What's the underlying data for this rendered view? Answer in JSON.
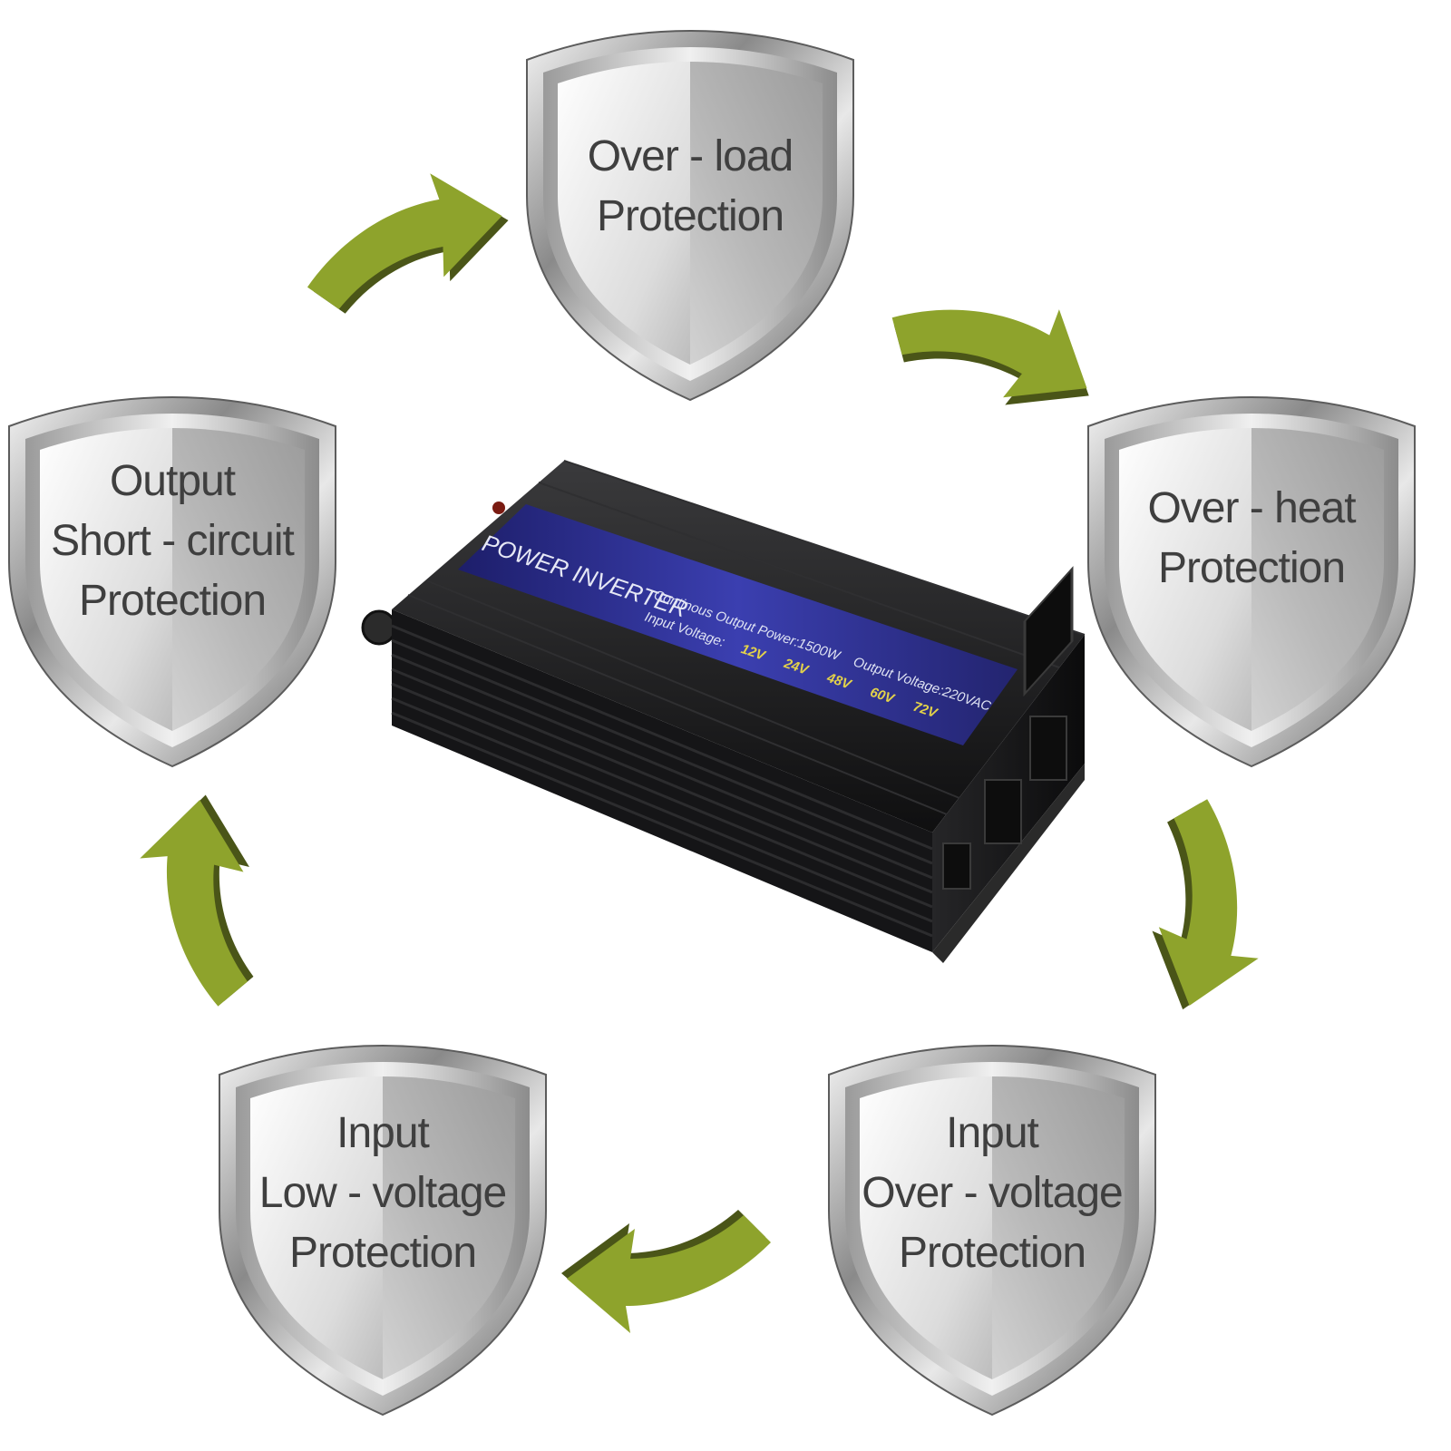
{
  "shields": [
    {
      "id": "overload",
      "lines": [
        "Over - load",
        "Protection"
      ]
    },
    {
      "id": "overheat",
      "lines": [
        "Over - heat",
        "Protection"
      ]
    },
    {
      "id": "input-overvoltage",
      "lines": [
        "Input",
        "Over - voltage",
        "Protection"
      ]
    },
    {
      "id": "input-lowvoltage",
      "lines": [
        "Input",
        "Low - voltage",
        "Protection"
      ]
    },
    {
      "id": "output-shortcircuit",
      "lines": [
        "Output",
        "Short - circuit",
        "Protection"
      ]
    }
  ],
  "inverter": {
    "title": "POWER INVERTER",
    "output_power": "Continous Output Power:1500W",
    "output_voltage": "Output Voltage:220VAC",
    "input_voltage": "Input Voltage:",
    "voltages": [
      "12V",
      "24V",
      "48V",
      "60V",
      "72V"
    ]
  },
  "colors": {
    "arrow": "#8ea32c",
    "arrow_shadow": "#4a5518",
    "shield_text": "#3f3f3f",
    "inverter_body": "#1b1b1d",
    "panel": "#27287a"
  },
  "icons": {
    "shield": "shield-icon",
    "arrow": "curved-arrow-icon",
    "inverter": "power-inverter-icon"
  }
}
